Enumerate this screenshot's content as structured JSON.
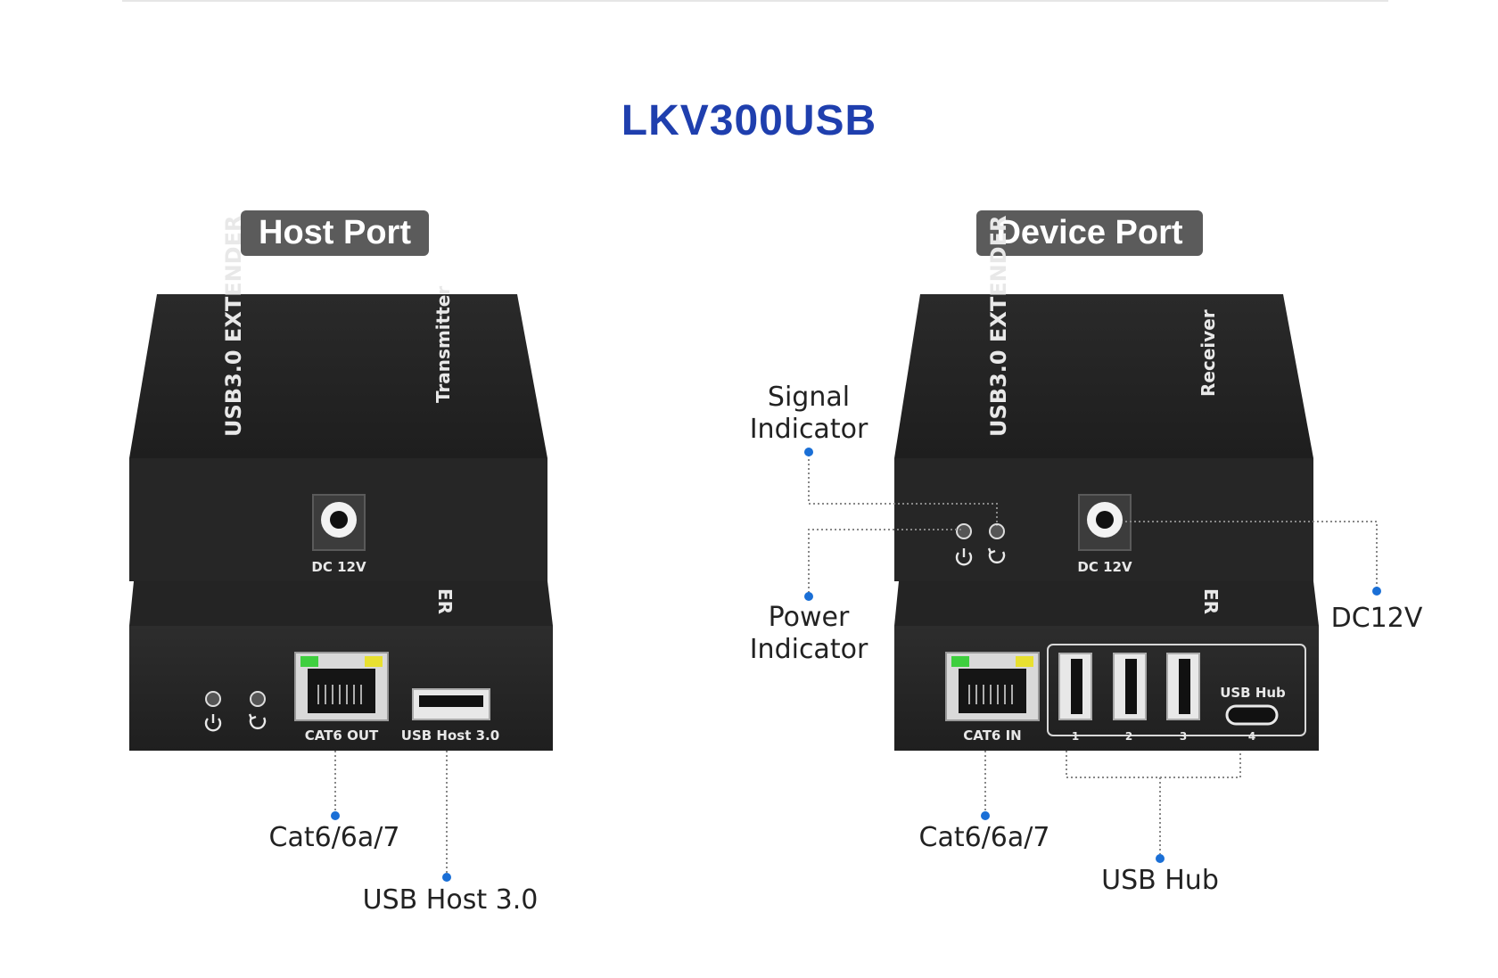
{
  "title": "LKV300USB",
  "transmitter": {
    "header": "Host Port",
    "top_label": "USB3.0 EXTENDER",
    "side_label": "Transmitter",
    "dc_label": "DC 12V",
    "rear_cut_text": "ER",
    "rj45_label": "CAT6 OUT",
    "usb_label": "USB Host 3.0",
    "callouts": {
      "cable": "Cat6/6a/7",
      "usb_host": "USB Host 3.0"
    }
  },
  "receiver": {
    "header": "Device Port",
    "top_label": "USB3.0 EXTENDER",
    "side_label": "Receiver",
    "dc_label": "DC 12V",
    "rear_cut_text": "ER",
    "rj45_label": "CAT6 IN",
    "hub_label": "USB Hub",
    "port_numbers": [
      "1",
      "2",
      "3",
      "4"
    ],
    "callouts": {
      "signal_line1": "Signal",
      "signal_line2": "Indicator",
      "power_line1": "Power",
      "power_line2": "Indicator",
      "dc": "DC12V",
      "cable": "Cat6/6a/7",
      "usb_hub": "USB Hub"
    }
  },
  "colors": {
    "title": "#1f3fae",
    "pill_bg": "#5b5b5b",
    "device_body": "#2b2b2b",
    "callout_dot": "#1a6fd6",
    "led_green": "#3fcf3f",
    "led_yellow": "#e8e030"
  }
}
